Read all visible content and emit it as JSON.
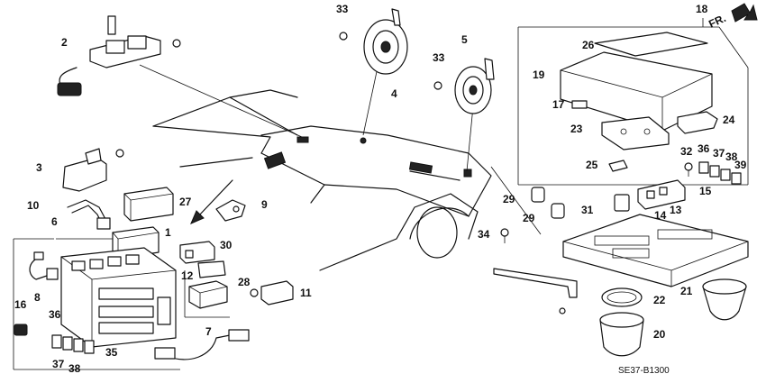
{
  "diagram_code": "SE37-B1300",
  "direction_label": "FR.",
  "callouts": {
    "c1": "1",
    "c2": "2",
    "c3": "3",
    "c4": "4",
    "c5": "5",
    "c6": "6",
    "c7": "7",
    "c8": "8",
    "c9": "9",
    "c10": "10",
    "c11": "11",
    "c12": "12",
    "c13": "13",
    "c14": "14",
    "c15": "15",
    "c16": "16",
    "c17": "17",
    "c18": "18",
    "c19": "19",
    "c20": "20",
    "c21": "21",
    "c22": "22",
    "c23": "23",
    "c24": "24",
    "c25": "25",
    "c26": "26",
    "c27": "27",
    "c28": "28",
    "c29a": "29",
    "c29b": "29",
    "c30": "30",
    "c31": "31",
    "c32": "32",
    "c33a": "33",
    "c33b": "33",
    "c34": "34",
    "c35": "35",
    "c36a": "36",
    "c36b": "36",
    "c37a": "37",
    "c37b": "37",
    "c38a": "38",
    "c38b": "38",
    "c39": "39"
  }
}
